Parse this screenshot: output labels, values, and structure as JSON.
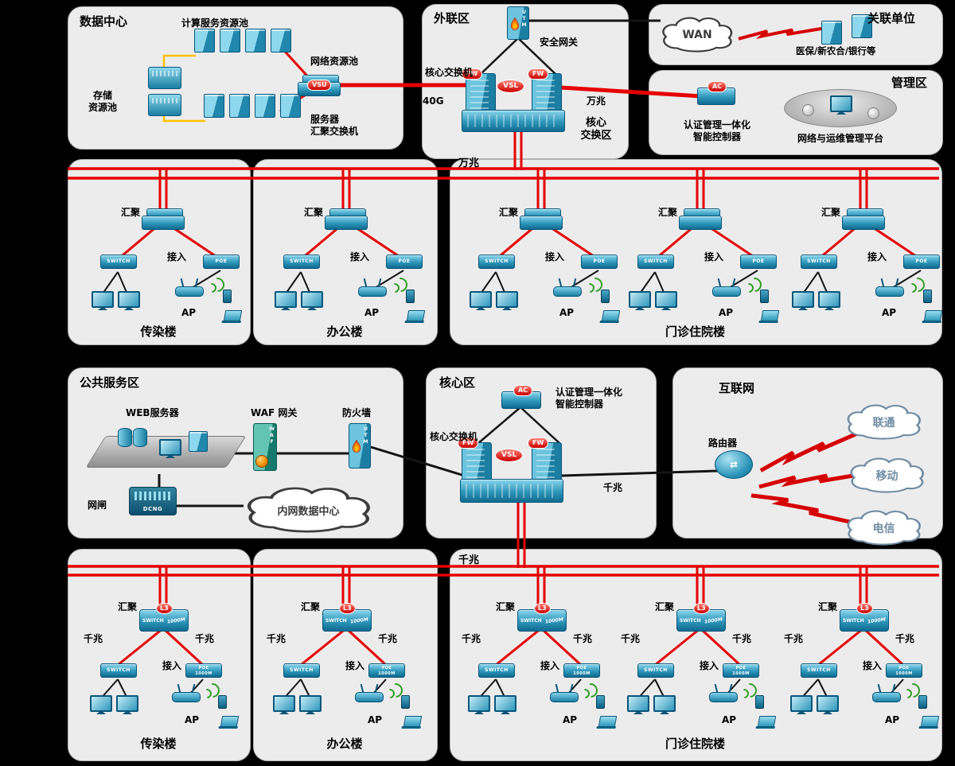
{
  "device_labels": {
    "switch": "SWITCH",
    "poe": "POE",
    "m1000": "1000M",
    "l3": "L3",
    "fw": "FW",
    "vsl": "VSL",
    "vsu": "VSU",
    "ac": "AC",
    "utm": "UTM",
    "waf": "WAF",
    "dcng": "DCNG"
  },
  "cluster_labels": {
    "agg": "汇聚",
    "access": "接入",
    "ap": "AP",
    "gigabit": "千兆"
  },
  "zones": {
    "datacenter": {
      "title": "数据中心",
      "compute_pool": "计算服务资源池",
      "network_pool": "网络资源池",
      "storage_pool": "存储\n资源池",
      "server_agg_switch": "服务器\n汇聚交换机"
    },
    "external": {
      "title": "外联区",
      "gateway": "安全网关",
      "core_switch": "核心交换机",
      "link_40g": "40G",
      "link_10g": "万兆",
      "core_area": "核心\n交换区"
    },
    "partners": {
      "title": "关联单位",
      "wan": "WAN",
      "members": "医保/新农合/银行等"
    },
    "management": {
      "title": "管理区",
      "controller": "认证管理一体化\n智能控制器",
      "platform": "网络与运维管理平台"
    },
    "public_service": {
      "title": "公共服务区",
      "web_server": "WEB服务器",
      "waf_gateway": "WAF 网关",
      "firewall": "防火墙",
      "gatekeeper": "网闸",
      "intranet_dc": "内网数据中心"
    },
    "core": {
      "title": "核心区",
      "controller": "认证管理一体化\n智能控制器",
      "core_switch": "核心交换机",
      "link": "千兆"
    },
    "internet": {
      "title": "互联网",
      "router": "路由器",
      "isp_clouds": [
        "联通",
        "移动",
        "电信"
      ]
    }
  },
  "bus1": {
    "label": "万兆"
  },
  "bus2": {
    "label": "千兆"
  },
  "buildings_top": [
    {
      "name": "传染楼"
    },
    {
      "name": "办公楼"
    },
    {
      "name": "门诊住院楼"
    }
  ],
  "buildings_bottom": [
    {
      "name": "传染楼"
    },
    {
      "name": "办公楼"
    },
    {
      "name": "门诊住院楼"
    }
  ],
  "colors": {
    "link_red": "#e60000",
    "link_black": "#141414",
    "link_yellow": "#ffc000",
    "device_teal": "#2e96ba",
    "zone_bg": "#ececec"
  }
}
